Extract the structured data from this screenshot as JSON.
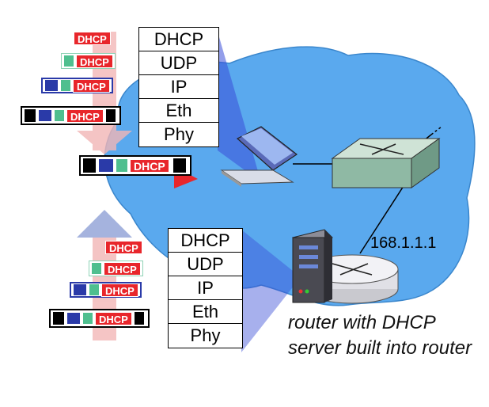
{
  "top_stack": {
    "layers": [
      "DHCP",
      "UDP",
      "IP",
      "Eth",
      "Phy"
    ]
  },
  "bottom_stack": {
    "layers": [
      "DHCP",
      "UDP",
      "IP",
      "Eth",
      "Phy"
    ]
  },
  "packet_label": "DHCP",
  "router_ip": "168.1.1.1",
  "caption": "router with DHCP server built into router",
  "colors": {
    "cloud": "#5aa9ee",
    "dhcp_tag": "#e8262b",
    "udp_hdr": "#4fbf8f",
    "ip_hdr": "#2a3aa8",
    "eth_hdr": "#000000",
    "down_arrow": "#f2b6b6",
    "up_arrow": "#8fa1d6"
  }
}
